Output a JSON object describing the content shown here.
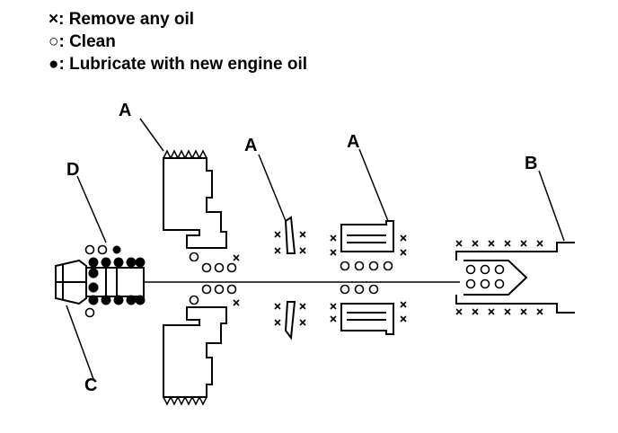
{
  "legend": [
    {
      "symbol": "cross-symbol",
      "text": "×: Remove any oil"
    },
    {
      "symbol": "open-circle-symbol",
      "text": "○: Clean"
    },
    {
      "symbol": "filled-circle-symbol",
      "text": "●: Lubricate with new engine oil"
    }
  ],
  "callouts": {
    "a1": "A",
    "a2": "A",
    "a3": "A",
    "b": "B",
    "c": "C",
    "d": "D"
  }
}
